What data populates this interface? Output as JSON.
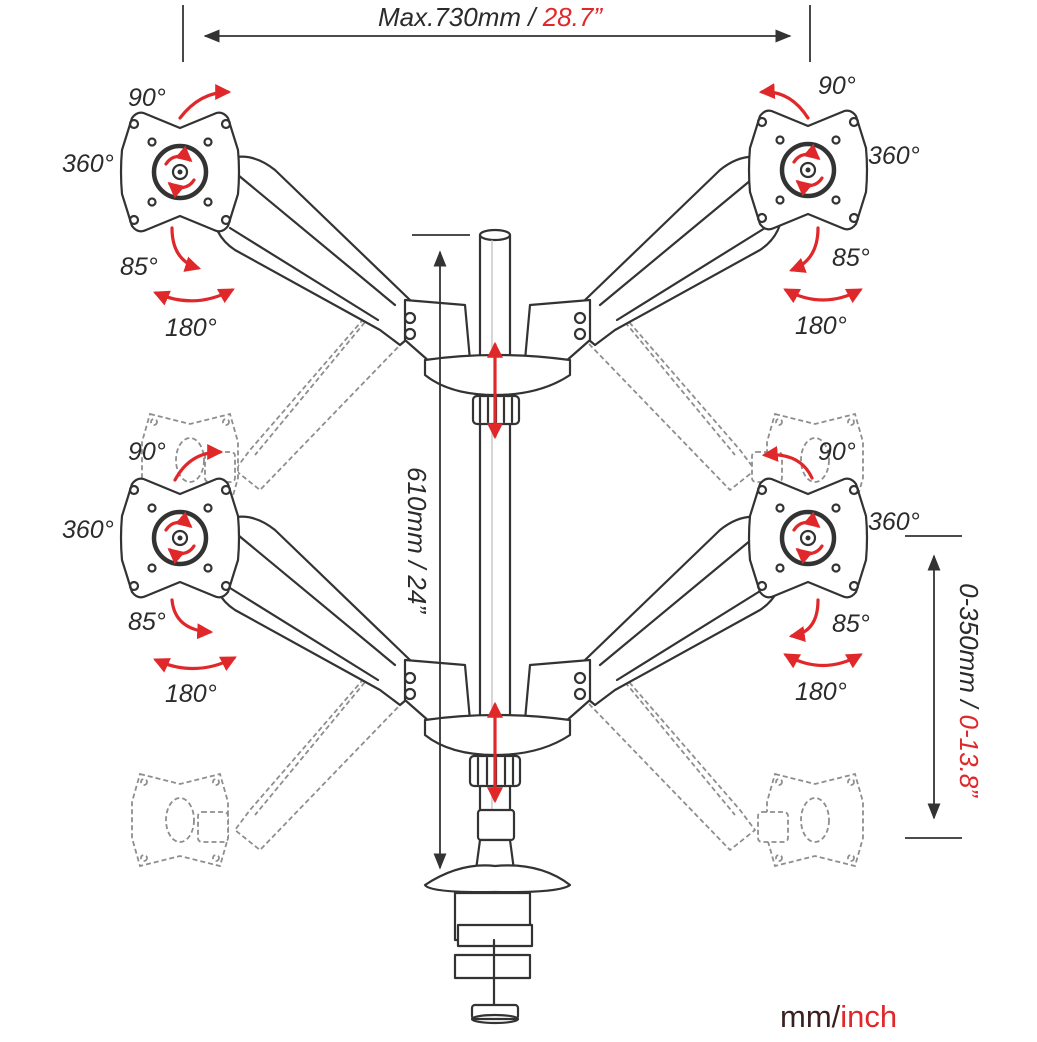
{
  "dimensions": {
    "width_label_mm": "Max.730mm / ",
    "width_label_in": "28.7”",
    "height_label": "610mm / 24”",
    "travel_label_mm": "0-350mm / ",
    "travel_label_in": "0-13.8”"
  },
  "rotation_labels": {
    "tilt_up": "90°",
    "rotate": "360°",
    "tilt_down": "85°",
    "swivel": "180°"
  },
  "legend": {
    "mm": "mm/",
    "inch": "inch"
  },
  "colors": {
    "accent": "#e0282a",
    "ink": "#333333",
    "ghost": "#8e8e8e"
  }
}
